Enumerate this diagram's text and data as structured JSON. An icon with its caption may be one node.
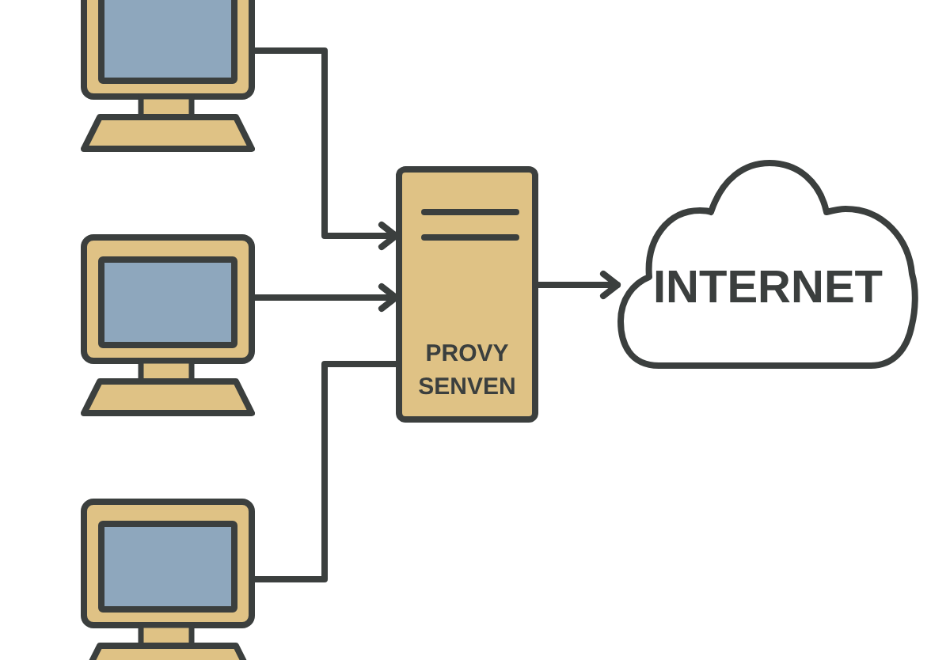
{
  "diagram": {
    "nodes": [
      {
        "text": [],
        "shape": "computer"
      },
      {
        "text": [],
        "shape": "computer"
      },
      {
        "text": [],
        "shape": "computer"
      },
      {
        "text": [
          "PROVY SENVEN"
        ]
      },
      {
        "text": [
          "INTERNET"
        ]
      }
    ],
    "edges": [
      {
        "from": 0,
        "to": 3,
        "arrow": "to"
      },
      {
        "from": 1,
        "to": 3,
        "arrow": "to"
      },
      {
        "from": 2,
        "to": 3,
        "arrow": "none"
      },
      {
        "from": 3,
        "to": 4,
        "arrow": "to"
      }
    ]
  }
}
